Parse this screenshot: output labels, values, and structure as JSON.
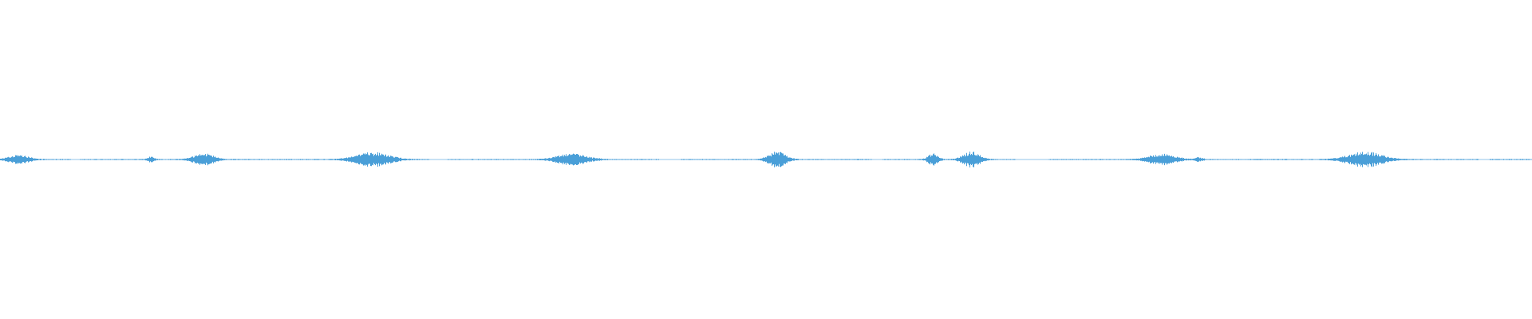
{
  "waveform": {
    "color": "#4a9fd8",
    "background": "#ffffff",
    "duration_bins": 480,
    "bursts": [
      {
        "center": 0.012,
        "width": 0.012,
        "amplitude": 0.55
      },
      {
        "center": 0.098,
        "width": 0.004,
        "amplitude": 0.35
      },
      {
        "center": 0.133,
        "width": 0.012,
        "amplitude": 0.75
      },
      {
        "center": 0.243,
        "width": 0.02,
        "amplitude": 0.9
      },
      {
        "center": 0.373,
        "width": 0.018,
        "amplitude": 0.7
      },
      {
        "center": 0.507,
        "width": 0.01,
        "amplitude": 1.0
      },
      {
        "center": 0.609,
        "width": 0.006,
        "amplitude": 0.75
      },
      {
        "center": 0.634,
        "width": 0.01,
        "amplitude": 1.0
      },
      {
        "center": 0.758,
        "width": 0.016,
        "amplitude": 0.7
      },
      {
        "center": 0.782,
        "width": 0.005,
        "amplitude": 0.25
      },
      {
        "center": 0.891,
        "width": 0.02,
        "amplitude": 1.0
      }
    ],
    "gaps": [
      [
        0.046,
        0.052
      ],
      [
        0.28,
        0.292
      ],
      [
        0.43,
        0.444
      ],
      [
        0.569,
        0.576
      ],
      [
        0.663,
        0.684
      ],
      [
        0.965,
        0.972
      ]
    ],
    "noise_floor": 0.06
  }
}
